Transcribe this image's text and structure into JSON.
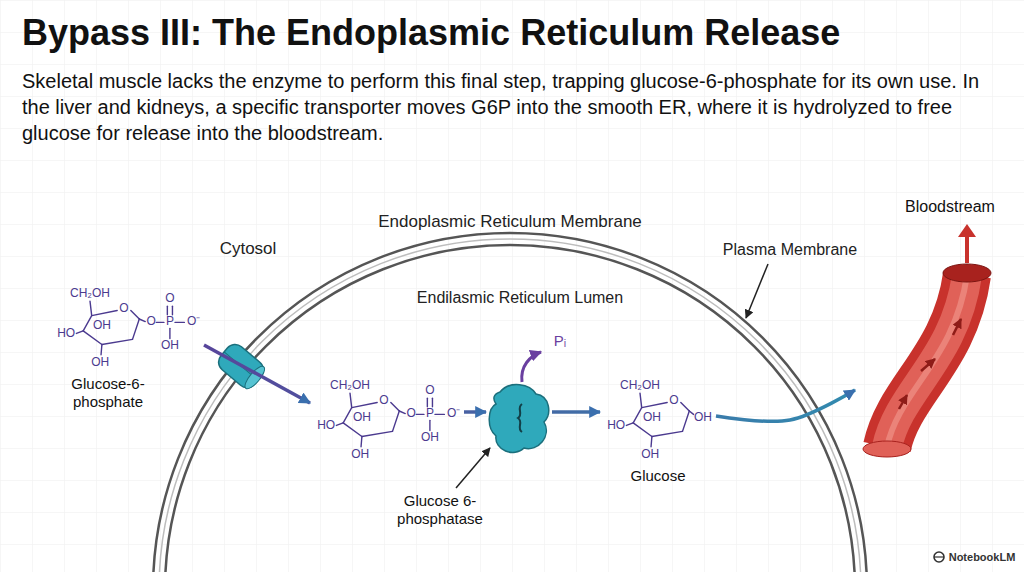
{
  "diagram": {
    "title": "Bypass III: The Endoplasmic Reticulum Release",
    "caption": "Skeletal muscle lacks the enzyme to perform this final step, trapping glucose-6-phosphate for its own use. In the liver and kidneys, a specific transporter moves G6P into the smooth ER, where it is hydrolyzed to free glucose for release into the bloodstream.",
    "nodes": [
      {
        "text": [
          "CH₂OH",
          "O",
          "OH",
          "HO",
          "OH",
          "O",
          "O",
          "P",
          "O⁻",
          "OH",
          "Glucose-6- phosphate"
        ]
      },
      {
        "text": [
          "CH₂OH",
          "O",
          "OH",
          "HO",
          "OH",
          "O",
          "O",
          "P",
          "O⁻",
          "OH"
        ]
      },
      {
        "text": [
          "Glucose 6-phosphatase"
        ]
      },
      {
        "text": [
          "CH₂OH",
          "O",
          "OH",
          "HO",
          "OH",
          "OH",
          "Glucose"
        ]
      },
      {
        "text": [
          "Bloodstream"
        ]
      }
    ],
    "edges": [
      {
        "from": 0,
        "to": 1,
        "arrow": "to"
      },
      {
        "from": 1,
        "to": 2,
        "arrow": "to"
      },
      {
        "from": 2,
        "to": 3,
        "arrow": "to"
      },
      {
        "from": 3,
        "to": 4,
        "arrow": "to"
      }
    ],
    "labels": [
      "Cytosol",
      "Endoplasmic Reticulum Membrane",
      "Endilasmic Reticulum Lumen",
      "Plasma Membrane",
      "Pᵢ",
      "NotebookLM"
    ]
  }
}
